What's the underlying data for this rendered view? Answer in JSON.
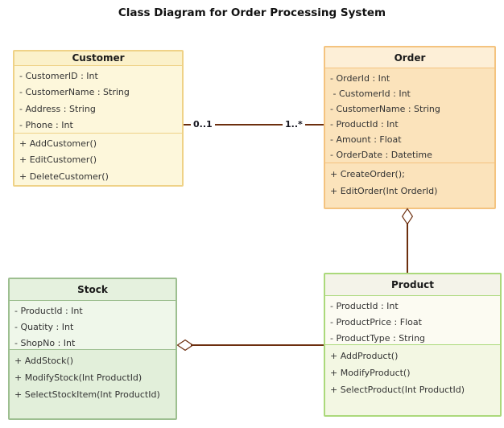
{
  "title": "Class Diagram for Order Processing System",
  "diagram": {
    "classes": [
      {
        "id": "customer",
        "name": "Customer",
        "attributes": [
          "- CustomerID : Int",
          "- CustomerName : String",
          "- Address : String",
          "- Phone : Int"
        ],
        "methods": [
          "+ AddCustomer()",
          "+ EditCustomer()",
          "+ DeleteCustomer()"
        ]
      },
      {
        "id": "order",
        "name": "Order",
        "attributes": [
          "- OrderId : Int",
          " - CustomerId : Int",
          "- CustomerName : String",
          "- ProductId : Int",
          "- Amount : Float",
          "- OrderDate : Datetime"
        ],
        "methods": [
          "+ CreateOrder();",
          "+ EditOrder(Int OrderId)"
        ]
      },
      {
        "id": "stock",
        "name": "Stock",
        "attributes": [
          "- ProductId : Int",
          "- Quatity : Int",
          "- ShopNo : Int"
        ],
        "methods": [
          "+ AddStock()",
          "+ ModifyStock(Int ProductId)",
          "+ SelectStockItem(Int ProductId)"
        ]
      },
      {
        "id": "product",
        "name": "Product",
        "attributes": [
          "- ProductId : Int",
          "- ProductPrice : Float",
          "- ProductType : String"
        ],
        "methods": [
          "+ AddProduct()",
          "+ ModifyProduct()",
          "+ SelectProduct(Int ProductId)"
        ]
      }
    ],
    "relationships": [
      {
        "name": "customer-order",
        "type": "association",
        "labels": {
          "customer_end": "0..1",
          "order_end": "1..*"
        }
      },
      {
        "name": "order-product",
        "type": "aggregation",
        "diamond_end": "Order"
      },
      {
        "name": "stock-product",
        "type": "aggregation",
        "diamond_end": "Stock"
      }
    ],
    "colors": {
      "customer_border": "#EFD287",
      "customer_fill": "#FDF7DB",
      "order_border": "#F4C37F",
      "order_fill": "#FBE3BB",
      "stock_border": "#9DBF90",
      "stock_fill": "#EFF7EA",
      "product_border": "#ABD97B",
      "product_fill": "#FCFBF2",
      "connector_line": "#6C2E0E",
      "text": "#333333"
    }
  }
}
